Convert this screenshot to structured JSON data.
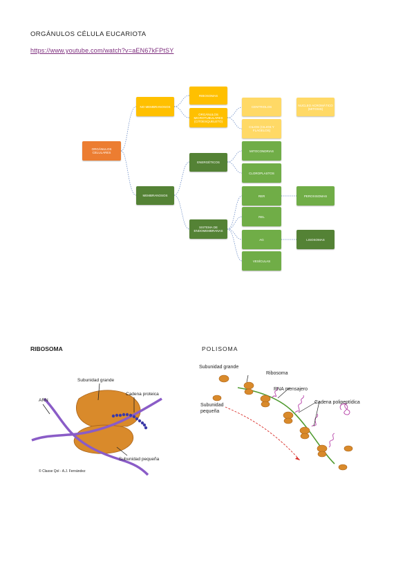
{
  "doc": {
    "title": "ORGÁNULOS CÉLULA EUCARIOTA",
    "link": "https://www.youtube.com/watch?v=aEN67kFPtSY"
  },
  "map": {
    "root": "ORGÁNULOS CELULARES",
    "no_membranosos": "NO MEMBRANOSOS",
    "ribosomas": "RIBOSOMAS",
    "microtubulares": "ORGÁNULOS MICROTUBULARES (CITOESQUELETO)",
    "centriolos": "CENTRIOLOS",
    "cilios_flagelos": "CILIOS (CILIOS Y FLAGELOS)",
    "nucleo": "NUCLEO ACROMÁTICO (Mitosis)",
    "membranosos": "MEMBRANOSOS",
    "energeticos": "ENERGÉTICOS",
    "mitocondrias": "MITOCONDRIAS",
    "cloroplastos": "CLOROPLASTOS",
    "sistema": "SISTEMA DE ENDOMEMBRANAS",
    "rer": "RER",
    "rel": "REL",
    "ag": "AG",
    "vesiculas": "VESÍCULAS",
    "peroxisomas": "PEROXISOMAS",
    "lisosomas": "LISOSOMAS"
  },
  "ribosoma": {
    "heading": "RIBOSOMA",
    "label_grande": "Subunidad grande",
    "label_cadena": "Cadena proteica",
    "label_arn": "ARN",
    "label_pequena": "Subunidad pequeña",
    "credit": "© Classe Qol - A.J. Fernández"
  },
  "polisoma": {
    "heading": "POLISOMA",
    "label_grande": "Subunidad grande",
    "label_ribosoma": "Ribosoma",
    "label_arnm": "RNA mensajero",
    "label_pequena_1": "Subunidad",
    "label_pequena_2": "pequeña",
    "label_cadena": "Cadena polipeptídica"
  },
  "colors": {
    "orange": "#ec7d31",
    "yellow": "#ffc000",
    "light_yellow": "#ffd966",
    "dark_green": "#548235",
    "green": "#70ad47",
    "ribosome": "#d98a2b",
    "mrna": "#8a5cc7",
    "link": "#7b2a7b"
  }
}
